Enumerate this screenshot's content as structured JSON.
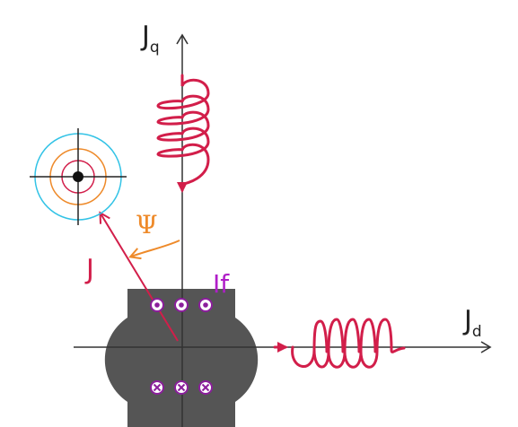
{
  "labels": {
    "jq_main": "J",
    "jq_sub": "q",
    "jd_main": "J",
    "jd_sub": "d",
    "current_vector": "J",
    "angle": "Ψ",
    "field_current": "If"
  },
  "conductor_marks": {
    "dot_count": 3,
    "cross_count": 3
  },
  "colors": {
    "axis": "#333333",
    "coil": "#d21e4a",
    "vector": "#d21e4a",
    "angle_arrow": "#ee8a2a",
    "field_label": "#b01ec8",
    "conductor": "#8b1e9c",
    "rotor": "#555555",
    "target_outer": "#33c3e6",
    "target_middle": "#ee8a2a",
    "target_inner": "#d21e4a"
  },
  "icons": {
    "rotor": "salient-pole-rotor-shape",
    "target": "crosshair-target-icon",
    "coil": "helical-coil-icon",
    "dot": "current-out-of-page-dot",
    "cross": "current-into-page-cross"
  }
}
